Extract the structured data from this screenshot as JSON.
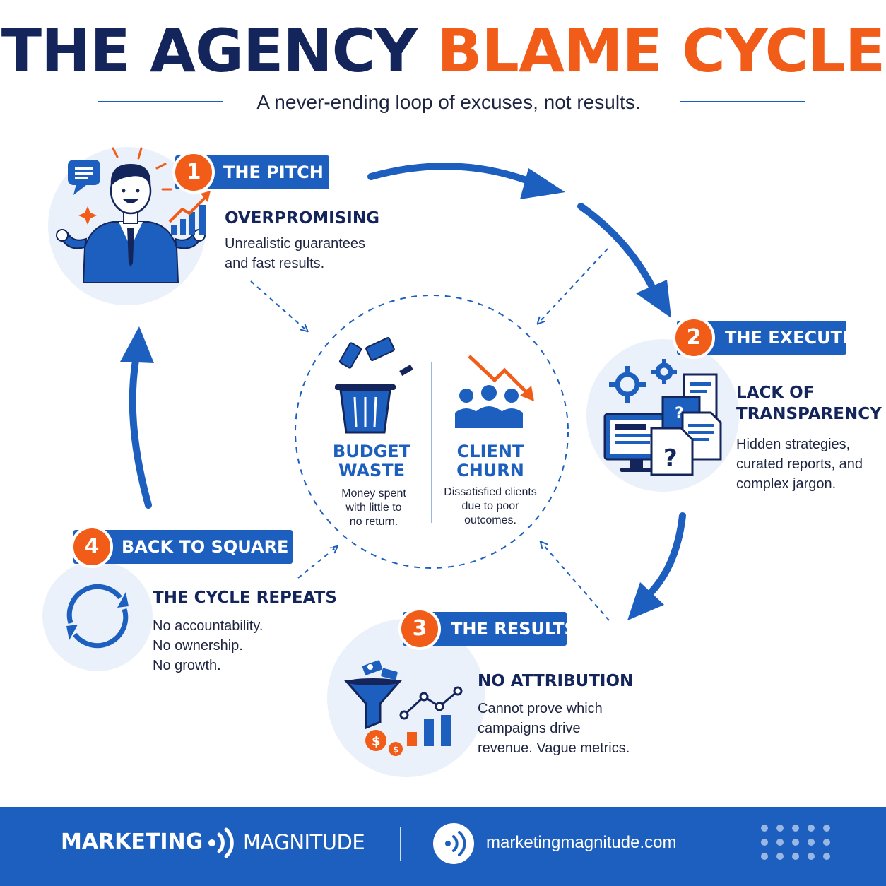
{
  "header": {
    "title_main": "THE AGENCY",
    "title_accent": "BLAME CYCLE",
    "subtitle": "A never-ending loop of excuses, not results."
  },
  "steps": [
    {
      "number": "1",
      "label": "THE PITCH",
      "heading": "OVERPROMISING",
      "lines": [
        "Unrealistic guarantees",
        "and fast results."
      ]
    },
    {
      "number": "2",
      "label": "THE EXECUTION",
      "heading_lines": [
        "LACK OF",
        "TRANSPARENCY"
      ],
      "lines": [
        "Hidden strategies,",
        "curated reports, and",
        "complex jargon."
      ]
    },
    {
      "number": "3",
      "label": "THE RESULTS",
      "heading": "NO ATTRIBUTION",
      "lines": [
        "Cannot prove which",
        "campaigns drive",
        "revenue. Vague metrics."
      ]
    },
    {
      "number": "4",
      "label": "BACK TO SQUARE ONE",
      "heading": "THE CYCLE REPEATS",
      "lines": [
        "No accountability.",
        "No ownership.",
        "No growth."
      ]
    }
  ],
  "center": {
    "left": {
      "title_lines": [
        "BUDGET",
        "WASTE"
      ],
      "lines": [
        "Money spent",
        "with little to",
        "no return."
      ]
    },
    "right": {
      "title_lines": [
        "CLIENT",
        "CHURN"
      ],
      "lines": [
        "Dissatisfied clients",
        "due to poor",
        "outcomes."
      ]
    }
  },
  "footer": {
    "brand_bold": "MARKETING",
    "brand_light": "MAGNITUDE",
    "website": "marketingmagnitude.com"
  },
  "icons": [
    "chat-bubble-icon",
    "presenter-icon",
    "growth-chart-icon",
    "gears-icon",
    "monitor-icon",
    "documents-icon",
    "question-icon",
    "trash-money-icon",
    "people-decline-icon",
    "funnel-icon",
    "dollar-coin-icon",
    "bar-chart-icon",
    "refresh-cycle-icon",
    "signal-logo-icon",
    "dot-grid-icon"
  ],
  "colors": {
    "navy": "#13255a",
    "blue": "#1d5fbf",
    "orange": "#f25c19",
    "pale_blue": "#eaf1fb"
  }
}
